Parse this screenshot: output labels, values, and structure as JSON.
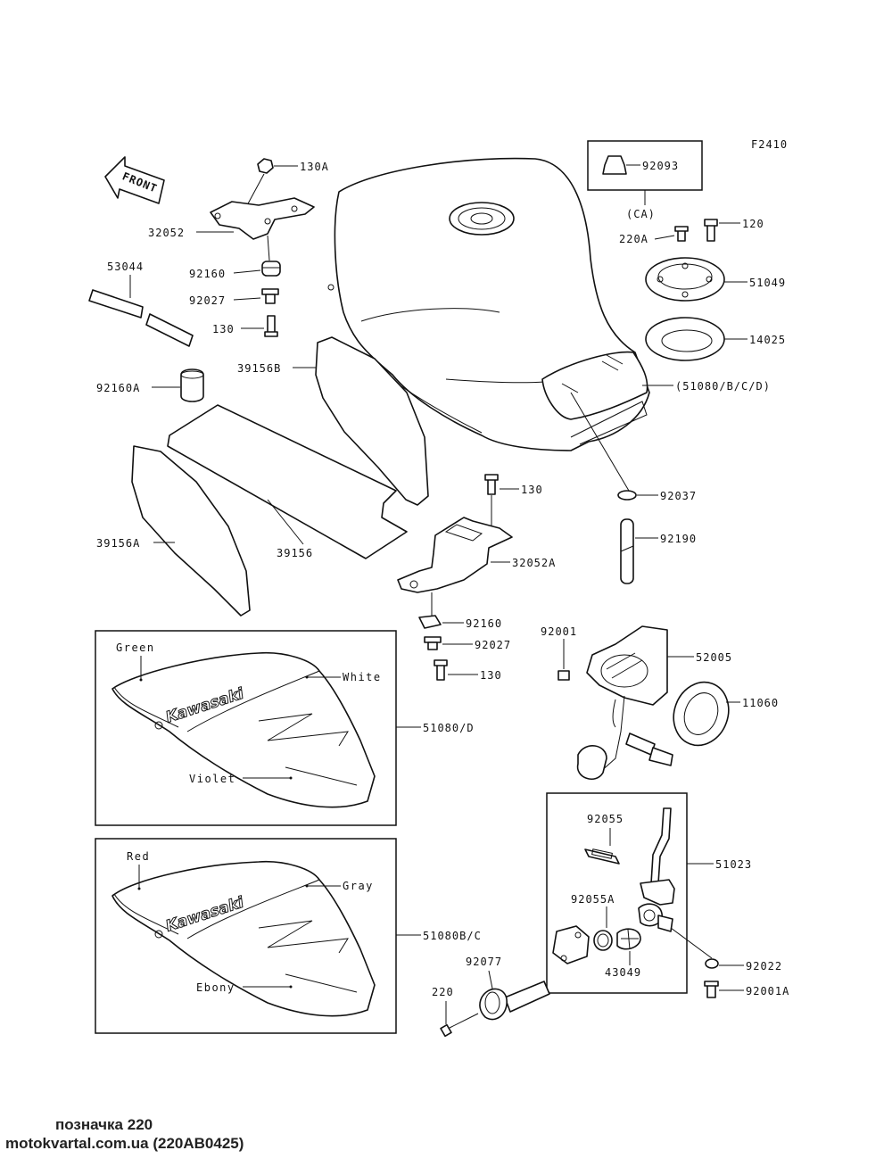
{
  "figure_code": "F2410",
  "front_label": "FRONT",
  "parts": {
    "p130A": "130A",
    "p32052": "32052",
    "p53044": "53044",
    "p92160": "92160",
    "p92027": "92027",
    "p130": "130",
    "p92160A": "92160A",
    "p39156B": "39156B",
    "p39156A": "39156A",
    "p39156": "39156",
    "p92093": "92093",
    "pCA": "(CA)",
    "p220A": "220A",
    "p120": "120",
    "p51049": "51049",
    "p14025": "14025",
    "p51080BCD": "(51080/B/C/D)",
    "p92037": "92037",
    "p92190": "92190",
    "p130b": "130",
    "p32052A": "32052A",
    "p92160b": "92160",
    "p92027b": "92027",
    "p130c": "130",
    "p92001": "92001",
    "p52005": "52005",
    "p11060": "11060",
    "p51080D": "51080/D",
    "p51080BC": "51080B/C",
    "p92055": "92055",
    "p51023": "51023",
    "p92055A": "92055A",
    "p43049": "43049",
    "p92077": "92077",
    "p220": "220",
    "p92022": "92022",
    "p92001A": "92001A"
  },
  "colors_top": {
    "c1": "Green",
    "c2": "White",
    "c3": "Violet"
  },
  "colors_bottom": {
    "c1": "Red",
    "c2": "Gray",
    "c3": "Ebony"
  },
  "brand_text": "Kawasaki",
  "footer": {
    "line1": "позначка 220",
    "line2": "motokvartal.com.ua (220AB0425)"
  }
}
